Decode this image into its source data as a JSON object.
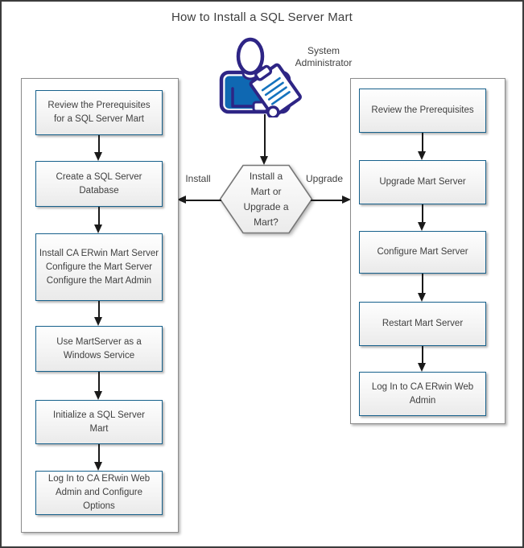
{
  "title": "How to Install a SQL Server Mart",
  "actor": {
    "label": "System\nAdministrator",
    "icon": "person-with-clipboard-icon"
  },
  "decision": {
    "label": "Install a\nMart or\nUpgrade a\nMart?",
    "left_branch_label": "Install",
    "right_branch_label": "Upgrade"
  },
  "left_column": {
    "boxes": [
      {
        "label": "Review the Prerequisites\nfor a SQL Server Mart"
      },
      {
        "label": "Create a SQL Server\nDatabase"
      },
      {
        "label": "Install CA ERwin Mart Server\nConfigure the Mart Server\nConfigure the Mart Admin"
      },
      {
        "label": "Use MartServer as a\nWindows Service"
      },
      {
        "label": "Initialize a SQL Server\nMart"
      },
      {
        "label": "Log In to CA ERwin Web\nAdmin and Configure\nOptions"
      }
    ]
  },
  "right_column": {
    "boxes": [
      {
        "label": "Review the Prerequisites"
      },
      {
        "label": "Upgrade Mart Server"
      },
      {
        "label": "Configure Mart Server"
      },
      {
        "label": "Restart Mart Server"
      },
      {
        "label": "Log In to CA ERwin Web\nAdmin"
      }
    ]
  },
  "colors": {
    "process_box_border": "#17618c",
    "group_border": "#8c8c8c",
    "hexagon_border": "#777777",
    "arrow": "#1a1a1a",
    "person_outline": "#2e2585",
    "person_shirt": "#0f68b2",
    "clipboard_lines": "#1573be"
  }
}
